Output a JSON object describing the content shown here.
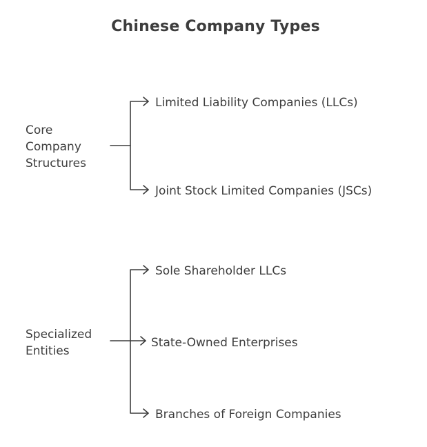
{
  "title": "Chinese Company Types",
  "groups": [
    {
      "label_lines": [
        "Core",
        "Company",
        "Structures"
      ],
      "items": [
        "Limited Liability Companies (LLCs)",
        "Joint Stock Limited Companies (JSCs)"
      ]
    },
    {
      "label_lines": [
        "Specialized",
        "Entities"
      ],
      "items": [
        "Sole Shareholder LLCs",
        "State-Owned Enterprises",
        "Branches of Foreign Companies"
      ]
    }
  ]
}
